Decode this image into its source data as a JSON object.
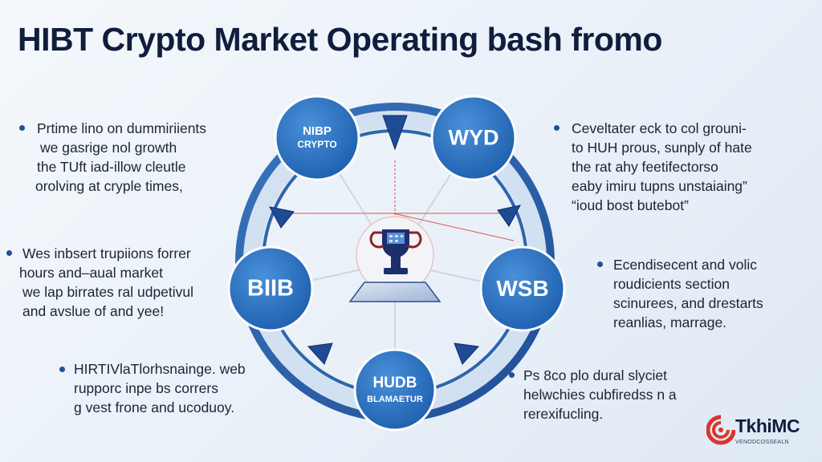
{
  "title": "HIBT Crypto Market Operating bash fromo",
  "nodes": {
    "top_left": {
      "line1": "NIBP",
      "line2": "CRYPTO"
    },
    "top_right": {
      "label": "WYD"
    },
    "left": {
      "label": "BIIB"
    },
    "right": {
      "label": "WSB"
    },
    "bottom": {
      "line1": "HUDB",
      "line2": "BLAMAETUR"
    }
  },
  "notes": {
    "left_top": [
      "Prtime lino on dummiriients",
      "we gasrige nol growth",
      "the TUft iad-illow cleutle",
      "orolving at cryple times,"
    ],
    "left_mid": [
      "Wes inbsert trupiions forrer",
      "hours and–aual market",
      "we lap birrates ral udpetivul",
      "and avslue of and yee!"
    ],
    "left_bottom": [
      "HIRTIVlaTlorhsnainge. web",
      "rupporc inpe bs corrers",
      "g vest frone and ucoduoy."
    ],
    "right_top": [
      "Ceveltater eck to col grouni-",
      "to HUH prous, sunply of hate",
      "the rat ahy feetifectorso",
      "eaby imiru tupns unstaiaing”",
      "“ioud bost butebot”"
    ],
    "right_mid": [
      "Ecendisecent and volic",
      "roudicients section",
      "scinurees, and drestarts",
      "reanlias, marrage."
    ],
    "right_bottom": [
      "Ps 8co plo dural slyciet",
      "helwchies cubfiredss n a",
      "rerexifucling."
    ]
  },
  "logo": {
    "name": "TkhiMC",
    "tagline": "VENODCOSSEALN"
  },
  "colors": {
    "ring": "#2e65ad",
    "ring_inner": "#cfdff0",
    "node": "#2a73c4",
    "arrow": "#1f4a96",
    "trophy": "#1c2f6b",
    "guide": "#d9574d",
    "logo_red": "#d8352e"
  }
}
